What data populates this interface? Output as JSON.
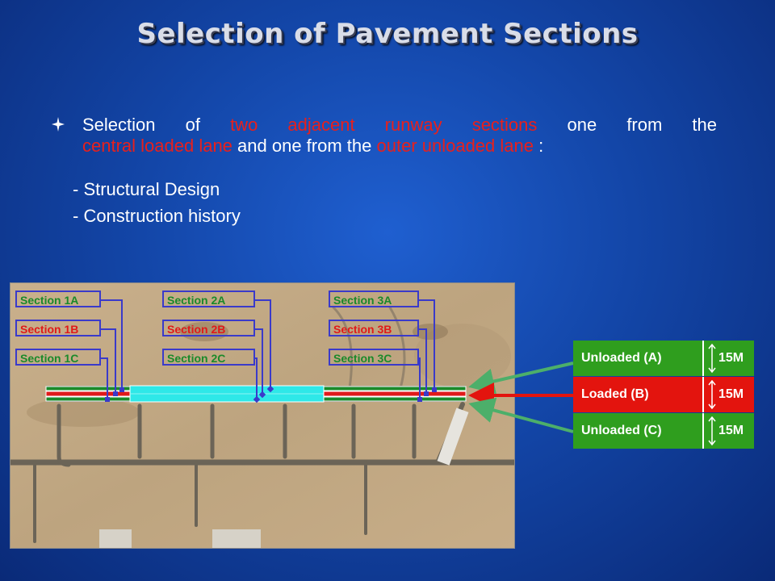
{
  "slide": {
    "title": "Selection of Pavement Sections",
    "bullet": {
      "icon": "airplane-icon",
      "p1": "Selection of ",
      "p1_red": "two adjacent  runway sections ",
      "p2": " one from the",
      "p3_red": "central  loaded lane",
      "p4": " and one from the ",
      "p5_red": "outer unloaded lane",
      "p6": " :"
    },
    "sub_items": [
      "- Structural Design",
      "- Construction history"
    ]
  },
  "map": {
    "sections": [
      {
        "label": "Section 1A",
        "color": "#1a8a2a"
      },
      {
        "label": "Section 1B",
        "color": "#e01a1a"
      },
      {
        "label": "Section 1C",
        "color": "#1a8a2a"
      },
      {
        "label": "Section 2A",
        "color": "#1a8a2a"
      },
      {
        "label": "Section 2B",
        "color": "#e01a1a"
      },
      {
        "label": "Section 2C",
        "color": "#1a8a2a"
      },
      {
        "label": "Section 3A",
        "color": "#1a8a2a"
      },
      {
        "label": "Section 3B",
        "color": "#e01a1a"
      },
      {
        "label": "Section 3C",
        "color": "#1a8a2a"
      }
    ]
  },
  "legend": {
    "rows": [
      {
        "lane": "Unloaded (A)",
        "width": "15M",
        "color": "#2f9e1e"
      },
      {
        "lane": "Loaded (B)",
        "width": "15M",
        "color": "#e3140e"
      },
      {
        "lane": "Unloaded (C)",
        "width": "15M",
        "color": "#2f9e1e"
      }
    ]
  }
}
